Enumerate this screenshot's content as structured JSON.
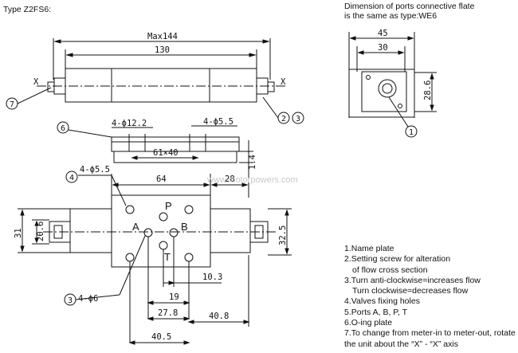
{
  "header": {
    "type_title": "Type Z2FS6:",
    "ports_title_line1": "Dimension of ports connective flate",
    "ports_title_line2": "is the same as type:WE6"
  },
  "drawing_top": {
    "max_length": "Max144",
    "length": "130",
    "axis_left": "X",
    "axis_right": "X",
    "callout_7": "7",
    "callout_2": "2",
    "callout_3": "3"
  },
  "drawing_middle": {
    "callout_6": "6",
    "holes_large": "4-ϕ12.2",
    "holes_small": "4-ϕ5.5",
    "plate_size": "61×40",
    "thickness": "1.4"
  },
  "drawing_bottom": {
    "callout_4": "4",
    "holes_fix": "4-ϕ5.5",
    "width_64": "64",
    "width_28": "28",
    "watermark": "www.motorpowers.com",
    "port_p": "P",
    "port_a": "A",
    "port_b": "B",
    "port_t": "T",
    "height_31": "31",
    "height_20_6": "20.6",
    "height_32_5": "32.5",
    "dim_10_3": "10.3",
    "callout_3": "3",
    "holes_port": "4-ϕ6",
    "dim_19": "19",
    "dim_27_8": "27.8",
    "dim_40_8": "40.8",
    "dim_40_5": "40.5"
  },
  "flange_view": {
    "width_45": "45",
    "width_30": "30",
    "height_28_6": "28.6",
    "callout_1": "1"
  },
  "legend": {
    "item1": "1.Name plate",
    "item2a": "2.Setting screw for alteration",
    "item2b": "of flow cross section",
    "item3a": "3.Turn anti-clockwise=increases flow",
    "item3b": "Turn clockwise=decreases flow",
    "item4": "4.Valves fixing holes",
    "item5": "5.Ports A, B, P, T",
    "item6": "6.O-ing plate",
    "item7a": "7.To change from meter-in to meter-out, rotate",
    "item7b": "the unit about the “X” - “X” axis"
  }
}
